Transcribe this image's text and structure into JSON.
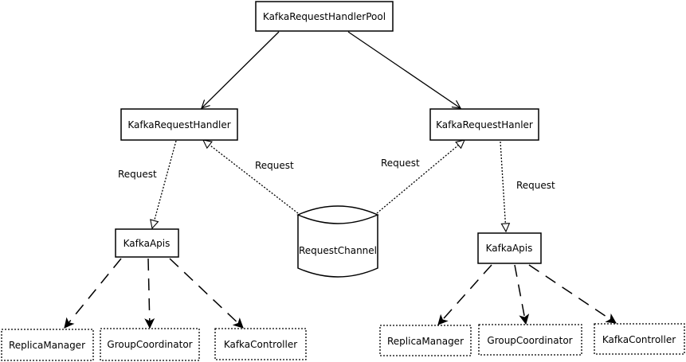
{
  "nodes": {
    "pool": "KafkaRequestHandlerPool",
    "handler_left": "KafkaRequestHandler",
    "handler_right": "KafkaRequestHanler",
    "apis_left": "KafkaApis",
    "apis_right": "KafkaApis",
    "channel": "RequestChannel",
    "replica_left": "ReplicaManager",
    "group_left": "GroupCoordinator",
    "controller_left": "KafkaController",
    "replica_right": "ReplicaManager",
    "group_right": "GroupCoordinator",
    "controller_right": "KafkaController"
  },
  "edge_labels": {
    "handler_left_to_apis": "Request",
    "channel_to_handler_left": "Request",
    "channel_to_handler_right": "Request",
    "handler_right_to_apis": "Request"
  }
}
